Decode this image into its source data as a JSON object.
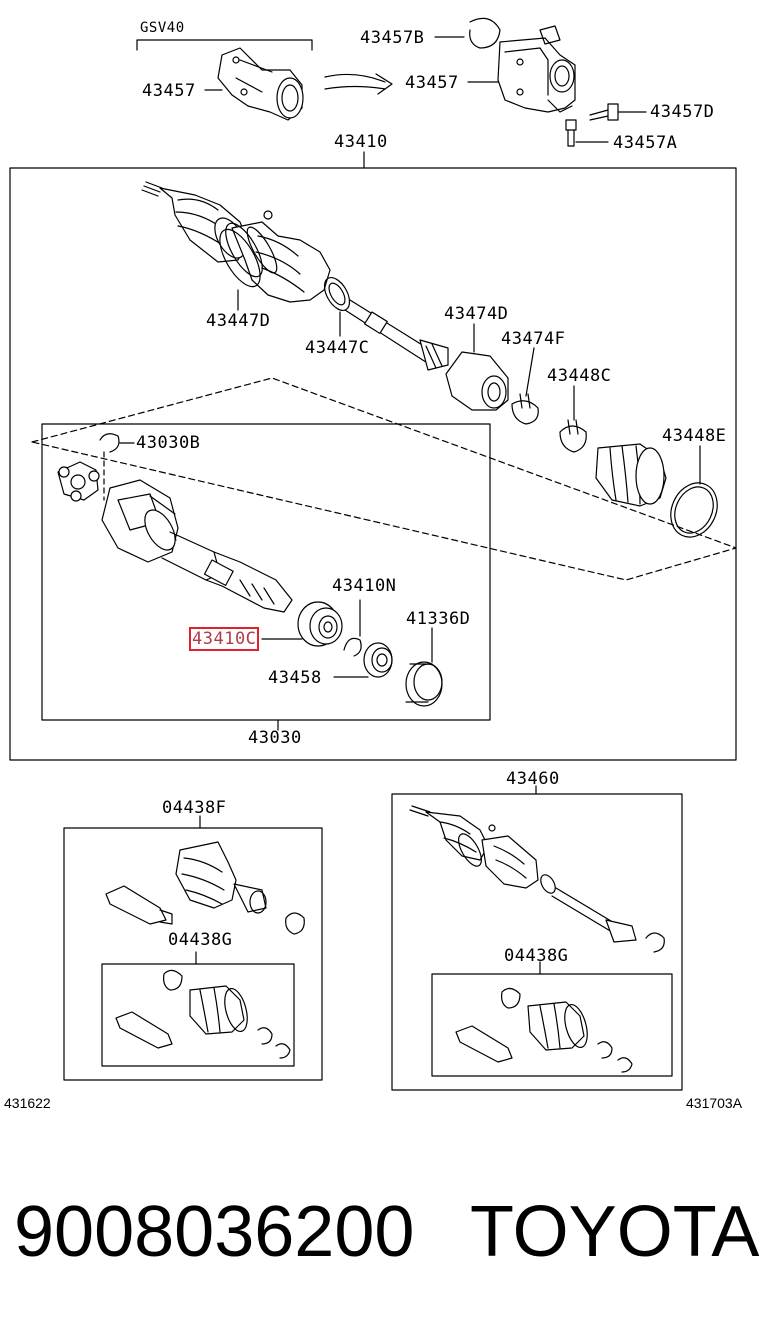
{
  "labels": {
    "gsv40": "GSV40",
    "p43457B": "43457B",
    "p43457_left": "43457",
    "p43457_right": "43457",
    "p43457D": "43457D",
    "p43457A": "43457A",
    "p43410": "43410",
    "p43474D": "43474D",
    "p43474F": "43474F",
    "p43447D": "43447D",
    "p43447C": "43447C",
    "p43448C": "43448C",
    "p43448E": "43448E",
    "p43030B": "43030B",
    "p43410N": "43410N",
    "p41336D": "41336D",
    "p43410C": "43410C",
    "p43458": "43458",
    "p43030": "43030",
    "p04438F": "04438F",
    "p04438G_left": "04438G",
    "p43460": "43460",
    "p04438G_right": "04438G"
  },
  "figure_ids": {
    "left": "431622",
    "right": "431703A"
  },
  "footer": {
    "part_number": "9008036200",
    "brand": "TOYOTA"
  },
  "highlight_color": "#e0202a"
}
